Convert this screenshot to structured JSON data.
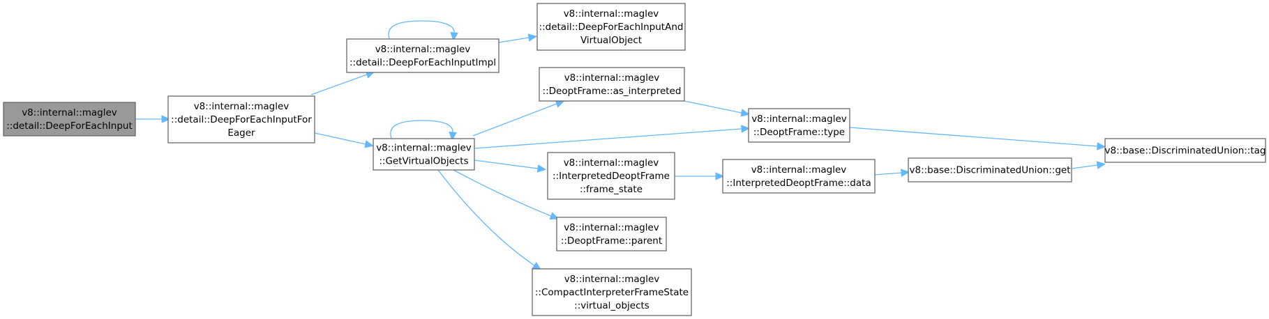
{
  "colors": {
    "edge": "#63b8ff",
    "node_border": "#666666",
    "root_fill": "#999999",
    "node_fill": "#ffffff"
  },
  "nodes": [
    {
      "id": "n0",
      "lines": [
        "v8::internal::maglev",
        "::detail::DeepForEachInput"
      ],
      "root": true
    },
    {
      "id": "n1",
      "lines": [
        "v8::internal::maglev",
        "::detail::DeepForEachInputFor",
        "Eager"
      ]
    },
    {
      "id": "n2",
      "lines": [
        "v8::internal::maglev",
        "::detail::DeepForEachInputImpl"
      ]
    },
    {
      "id": "n3",
      "lines": [
        "v8::internal::maglev",
        "::detail::DeepForEachInputAnd",
        "VirtualObject"
      ]
    },
    {
      "id": "n4",
      "lines": [
        "v8::internal::maglev",
        "::GetVirtualObjects"
      ]
    },
    {
      "id": "n5",
      "lines": [
        "v8::internal::maglev",
        "::DeoptFrame::as_interpreted"
      ]
    },
    {
      "id": "n6",
      "lines": [
        "v8::internal::maglev",
        "::DeoptFrame::type"
      ]
    },
    {
      "id": "n7",
      "lines": [
        "v8::base::DiscriminatedUnion::tag"
      ]
    },
    {
      "id": "n8",
      "lines": [
        "v8::internal::maglev",
        "::InterpretedDeoptFrame",
        "::frame_state"
      ]
    },
    {
      "id": "n9",
      "lines": [
        "v8::internal::maglev",
        "::InterpretedDeoptFrame::data"
      ]
    },
    {
      "id": "n10",
      "lines": [
        "v8::base::DiscriminatedUnion::get"
      ]
    },
    {
      "id": "n11",
      "lines": [
        "v8::internal::maglev",
        "::DeoptFrame::parent"
      ]
    },
    {
      "id": "n12",
      "lines": [
        "v8::internal::maglev",
        "::CompactInterpreterFrameState",
        "::virtual_objects"
      ]
    }
  ],
  "edges": [
    {
      "from": "n0",
      "to": "n1"
    },
    {
      "from": "n1",
      "to": "n2"
    },
    {
      "from": "n1",
      "to": "n4"
    },
    {
      "from": "n2",
      "to": "n2"
    },
    {
      "from": "n2",
      "to": "n3"
    },
    {
      "from": "n4",
      "to": "n4"
    },
    {
      "from": "n4",
      "to": "n5"
    },
    {
      "from": "n4",
      "to": "n6"
    },
    {
      "from": "n4",
      "to": "n8"
    },
    {
      "from": "n4",
      "to": "n11"
    },
    {
      "from": "n4",
      "to": "n12"
    },
    {
      "from": "n5",
      "to": "n6"
    },
    {
      "from": "n6",
      "to": "n7"
    },
    {
      "from": "n8",
      "to": "n9"
    },
    {
      "from": "n9",
      "to": "n10"
    },
    {
      "from": "n10",
      "to": "n7"
    }
  ]
}
